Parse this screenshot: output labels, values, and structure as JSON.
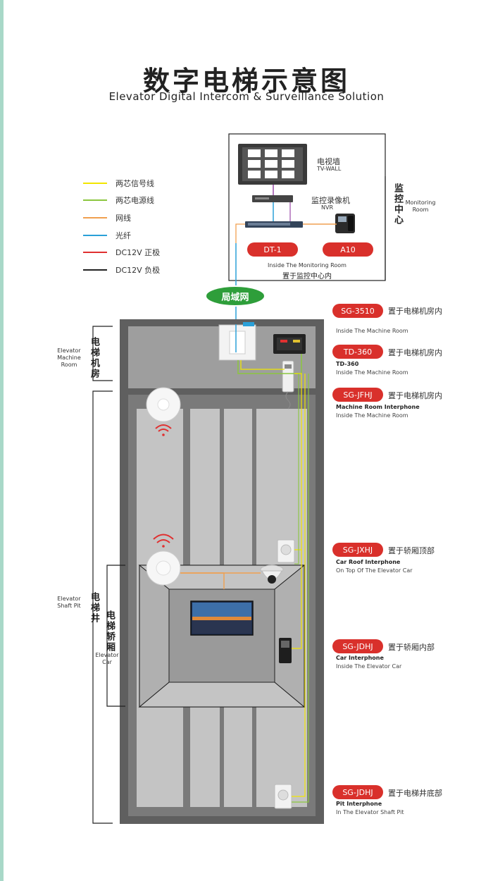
{
  "title_cn": "数字电梯示意图",
  "title_en": "Elevator Digital Intercom & Surveillance Solution",
  "legend": [
    {
      "label": "两芯信号线",
      "color": "#f2e600"
    },
    {
      "label": "两芯电源线",
      "color": "#8bc63f"
    },
    {
      "label": "网线",
      "color": "#f0a050"
    },
    {
      "label": "光纤",
      "color": "#2aa0d8"
    },
    {
      "label": "DC12V 正极",
      "color": "#e03030"
    },
    {
      "label": "DC12V 负极",
      "color": "#222222"
    }
  ],
  "monitoring": {
    "tv_wall_cn": "电视墙",
    "tv_wall_en": "TV-WALL",
    "nvr_cn": "监控录像机",
    "nvr_en": "NVR",
    "dt_label": "DT-1",
    "a10_label": "A10",
    "inside_en": "Inside The Monitoring Room",
    "inside_cn": "置于监控中心内",
    "side_cn": "监控中心",
    "side_en": "Monitoring Room"
  },
  "lan_label": "局域网",
  "sections": {
    "machine_room_en": "Elevator Machine Room",
    "machine_room_cn": "电梯机房",
    "shaft_en": "Elevator Shaft Pit",
    "shaft_cn": "电梯井",
    "car_cn": "电梯轿厢",
    "car_en": "Elevator Car"
  },
  "devices": [
    {
      "tag": "SG-3510",
      "cn": "置于电梯机房内",
      "sub_bold": "",
      "sub": "Inside The Machine Room"
    },
    {
      "tag": "TD-360",
      "cn": "置于电梯机房内",
      "sub_bold": "TD-360",
      "sub": "Inside The Machine Room"
    },
    {
      "tag": "SG-JFHJ",
      "cn": "置于电梯机房内",
      "sub_bold": "Machine Room Interphone",
      "sub": "Inside The Machine Room"
    },
    {
      "tag": "SG-JXHJ",
      "cn": "置于轿厢顶部",
      "sub_bold": "Car Roof Interphone",
      "sub": "On Top Of The Elevator Car"
    },
    {
      "tag": "SG-JDHJ",
      "cn": "置于轿厢内部",
      "sub_bold": "Car Interphone",
      "sub": "Inside The Elevator Car"
    },
    {
      "tag": "SG-JDHJ",
      "cn": "置于电梯井底部",
      "sub_bold": "Pit Interphone",
      "sub": "In The Elevator Shaft Pit"
    }
  ]
}
